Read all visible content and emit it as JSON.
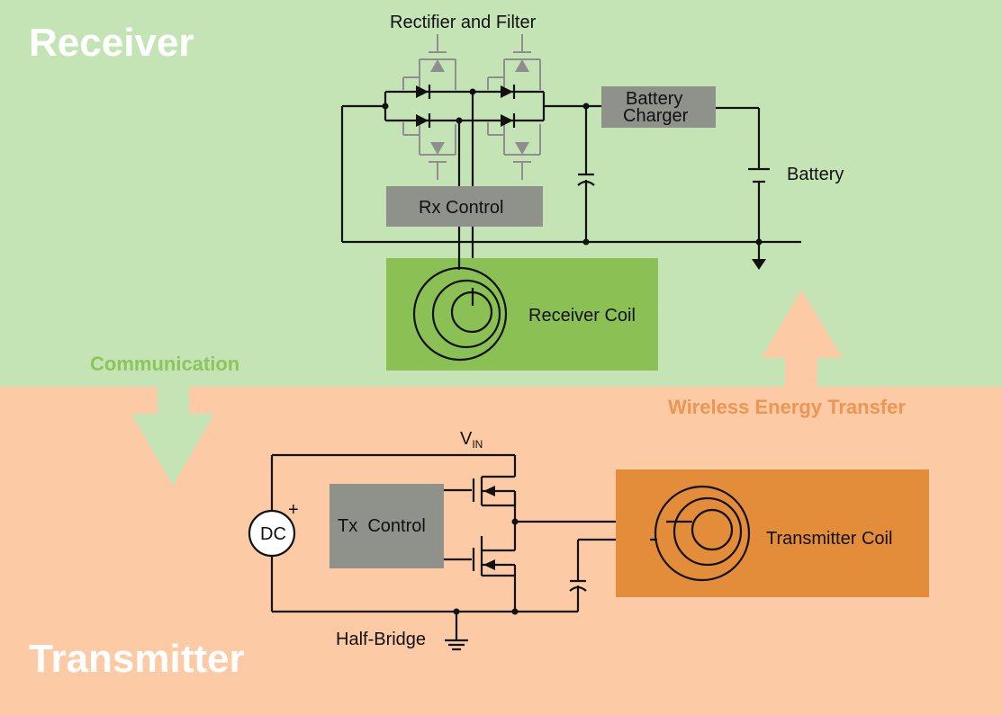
{
  "receiver": {
    "title": "Receiver",
    "rectifier_label": "Rectifier and Filter",
    "battery_charger_line1": "Battery",
    "battery_charger_line2": "Charger",
    "battery_label": "Battery",
    "rx_control_label": "Rx Control",
    "receiver_coil_label": "Receiver Coil"
  },
  "transmitter": {
    "title": "Transmitter",
    "vin_label": "V",
    "vin_subscript": "IN",
    "dc_label": "DC",
    "dc_plus": "+",
    "tx_control_label": "Tx  Control",
    "half_bridge_label": "Half-Bridge",
    "transmitter_coil_label": "Transmitter Coil"
  },
  "arrows": {
    "communication_label": "Communication",
    "wireless_label": "Wireless Energy Transfer"
  },
  "colors": {
    "receiver_bg": "#c5e4b6",
    "transmitter_bg": "#fccaa5",
    "receiver_coil_box": "#8ac054",
    "transmitter_coil_box": "#e38c3a",
    "control_box": "#8f918b",
    "communication_text": "#8cc65a",
    "communication_arrow": "#c5e4b6",
    "wireless_text": "#eb9652",
    "wireless_arrow": "#fccaa5",
    "wire": "#111111"
  }
}
